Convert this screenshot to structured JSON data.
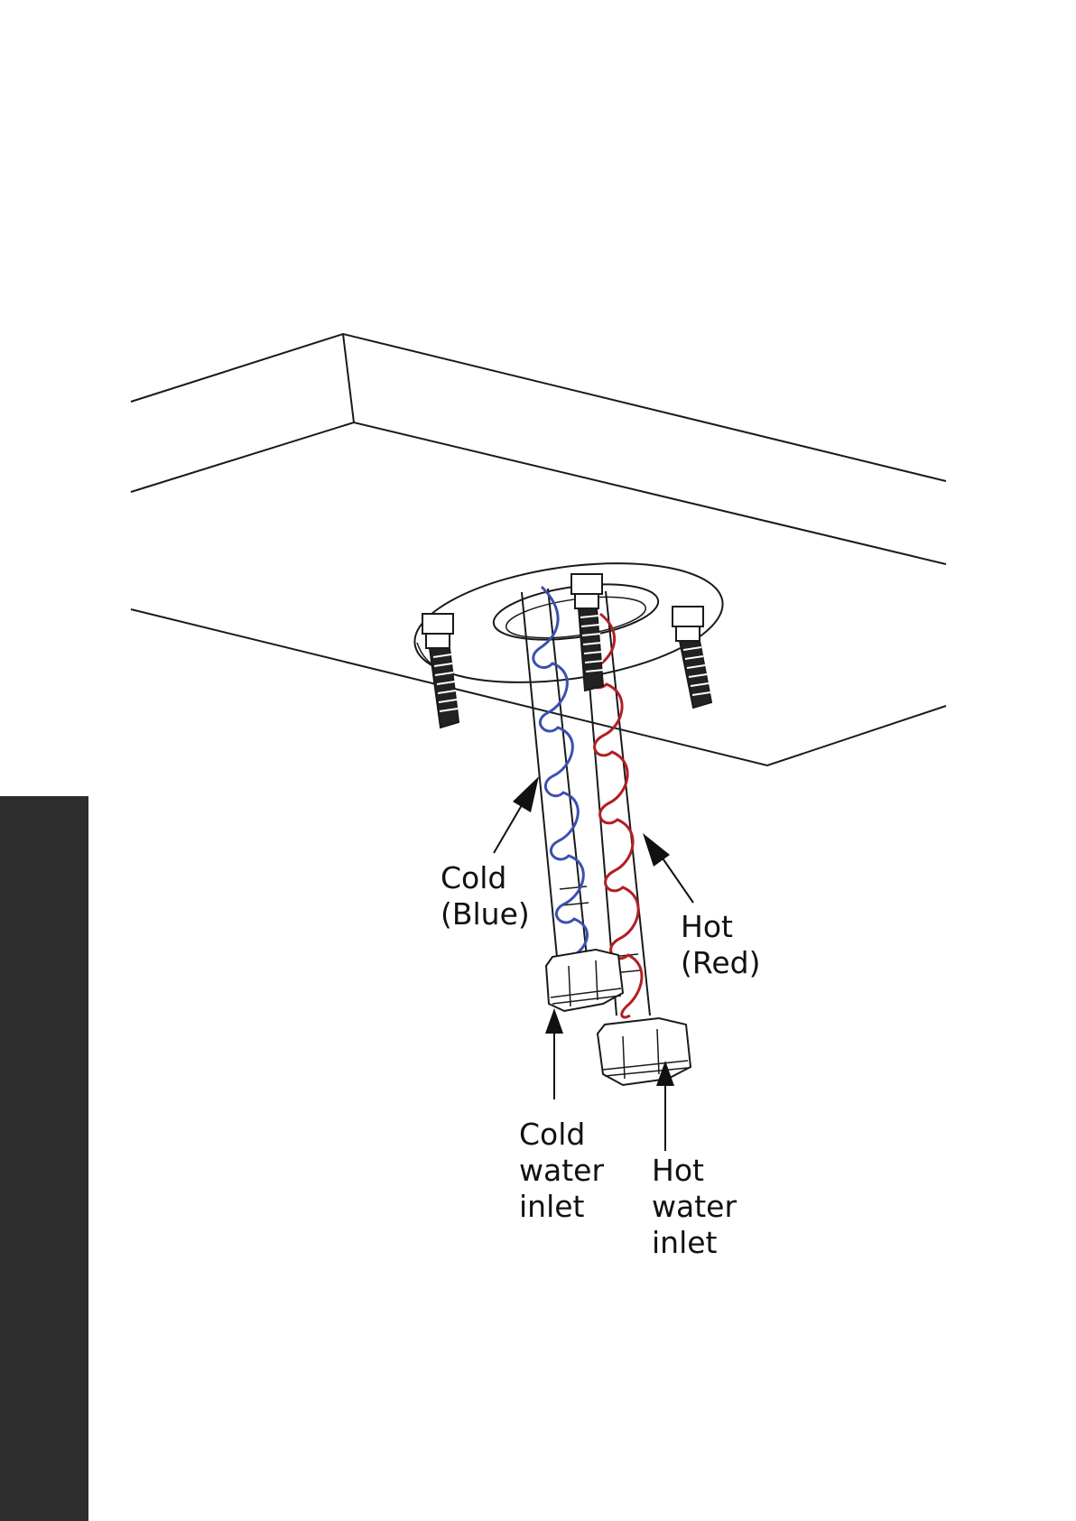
{
  "colors": {
    "cold_hose": "#3c4fb0",
    "hot_hose": "#b21f24",
    "side_tab": "#2d2d2d"
  },
  "labels": {
    "cold_hose": [
      "Cold",
      "(Blue)"
    ],
    "hot_hose": [
      "Hot",
      "(Red)"
    ],
    "cold_inlet": [
      "Cold",
      "water",
      "inlet"
    ],
    "hot_inlet": [
      "Hot",
      "water",
      "inlet"
    ]
  }
}
